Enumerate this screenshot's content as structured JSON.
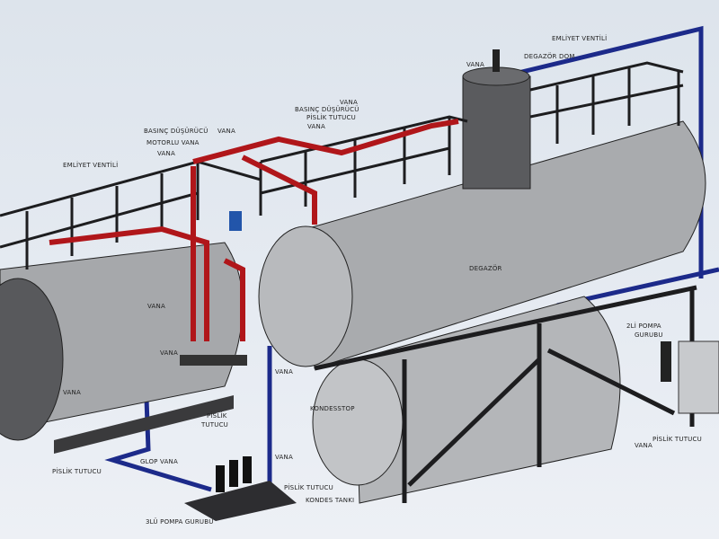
{
  "colors": {
    "hot_pipe": "#b0161a",
    "cold_pipe": "#1c2a8a",
    "tank": "#a9abae",
    "frame": "#1d1d1f",
    "background": "#e2e8ef"
  },
  "labels": {
    "emniyet_left": "EMLİYET VENTİLİ",
    "basinc_left": "BASINÇ DÜŞÜRÜCÜ",
    "vana_left_top": "VANA",
    "motorlu_vana": "MOTORLU VANA",
    "vana_left_mid": "VANA",
    "vana_group_1": "VANA",
    "basinc_group": "BASINÇ DÜŞÜRÜCÜ",
    "pislik_group": "PİSLİK TUTUCU",
    "vana_group_2": "VANA",
    "vana_dom": "VANA",
    "degazor_dom": "DEGAZÖR DOM",
    "emniyet_right": "EMLİYET VENTİLİ",
    "degazor": "DEGAZÖR",
    "vana_boiler": "VANA",
    "vana_collector": "VANA",
    "vana_boiler_low": "VANA",
    "pislik_center_1": "PİSLİK",
    "pislik_center_2": "TUTUCU",
    "vana_kondes": "VANA",
    "kondesstop": "KONDESSTOP",
    "glop_vana": "GLOP VANA",
    "pislik_left": "PİSLİK TUTUCU",
    "vana_pump": "VANA",
    "pislik_pump": "PİSLİK TUTUCU",
    "kondes_tanki": "KONDES TANKI",
    "pompa_3lu": "3LÜ POMPA GURUBU",
    "pompa_2li_1": "2Lİ POMPA",
    "pompa_2li_2": "GURUBU",
    "pislik_right": "PİSLİK TUTUCU",
    "vana_right": "VANA"
  }
}
